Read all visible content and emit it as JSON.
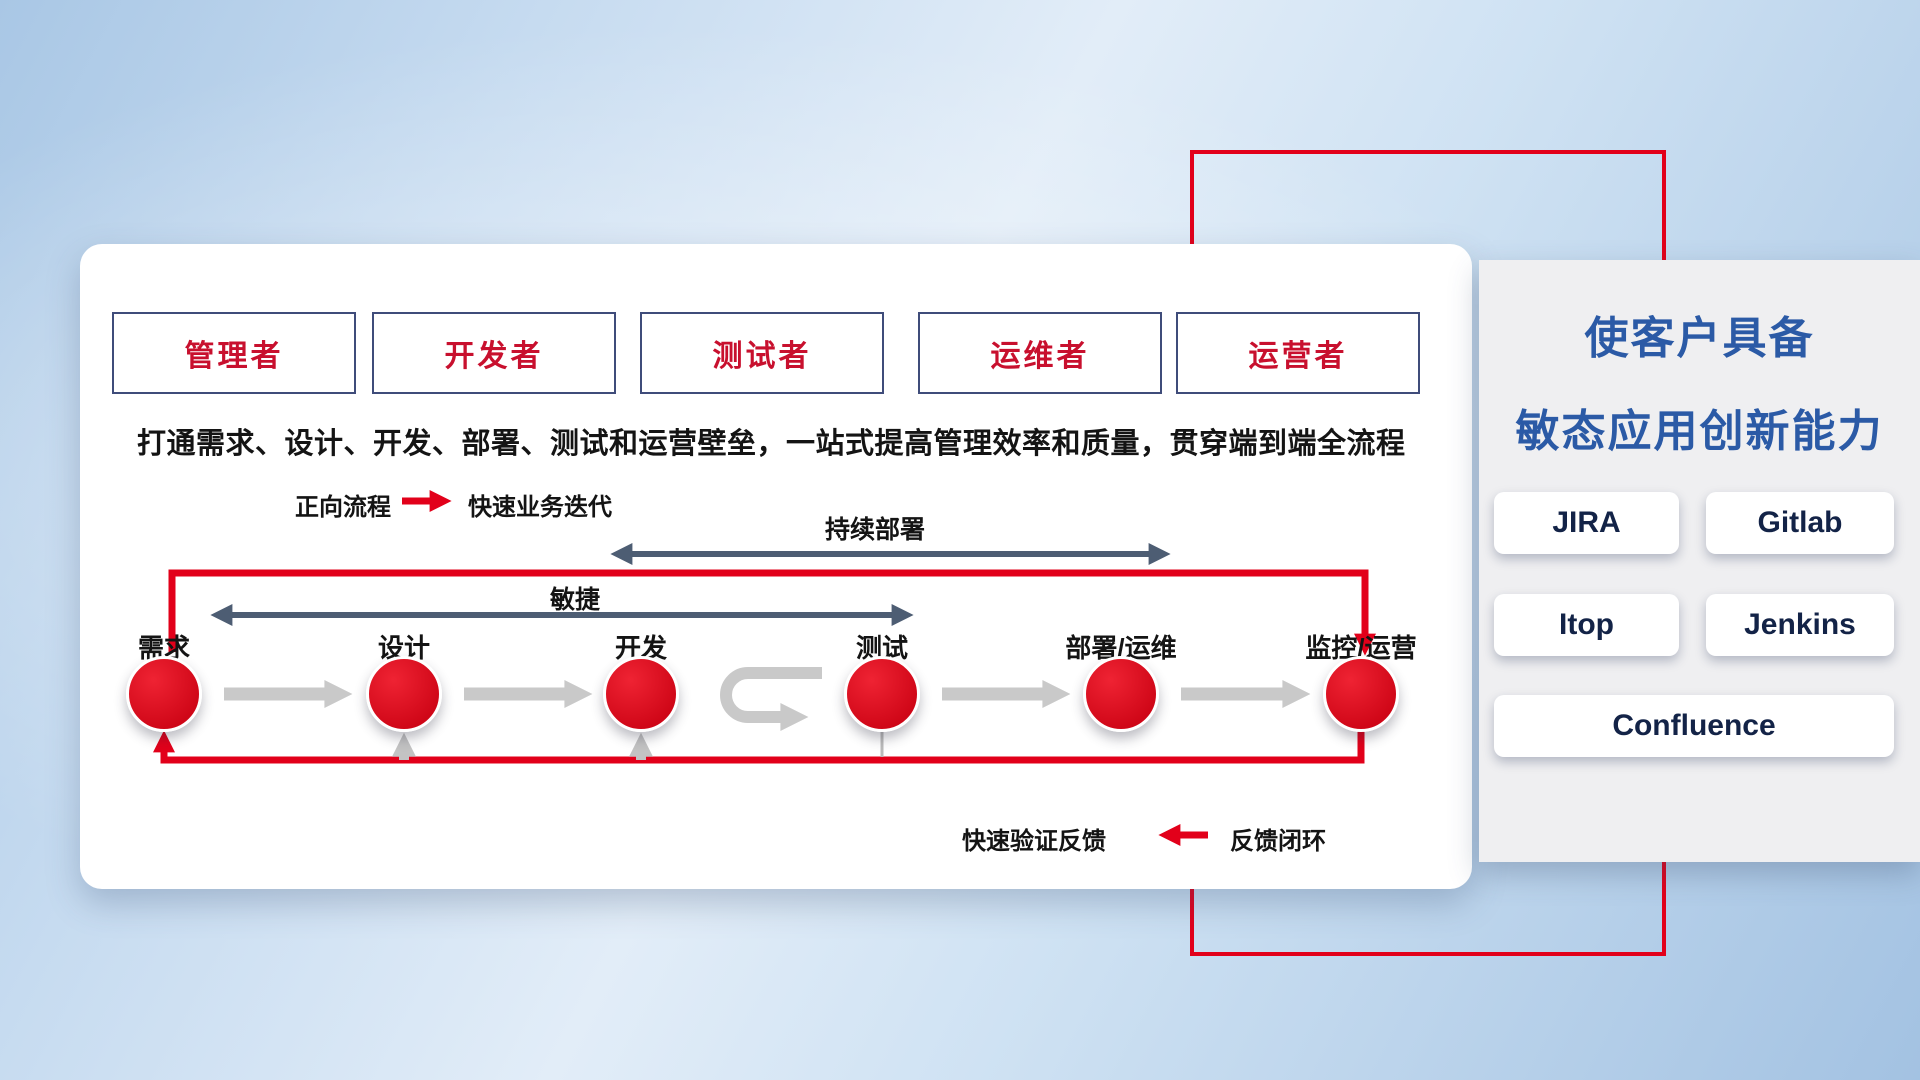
{
  "roles": [
    "管理者",
    "开发者",
    "测试者",
    "运维者",
    "运营者"
  ],
  "subtitle": "打通需求、设计、开发、部署、测试和运营壁垒，一站式提高管理效率和质量，贯穿端到端全流程",
  "legend": {
    "forward_label": "正向流程",
    "forward_desc": "快速业务迭代",
    "feedback_desc": "快速验证反馈",
    "feedback_label": "反馈闭环"
  },
  "flow": {
    "stages": [
      "需求",
      "设计",
      "开发",
      "测试",
      "部署/运维",
      "监控/运营"
    ],
    "agile_label": "敏捷",
    "cd_label": "持续部署"
  },
  "panel": {
    "title_line1": "使客户具备",
    "title_line2": "敏态应用创新能力",
    "tools": [
      "JIRA",
      "Gitlab",
      "Itop",
      "Jenkins",
      "Confluence"
    ]
  },
  "colors": {
    "accent_red": "#e2001a",
    "title_blue": "#2b5aa6",
    "arrow_dark": "#4d5d73",
    "arrow_gray": "#c9c9c9"
  }
}
